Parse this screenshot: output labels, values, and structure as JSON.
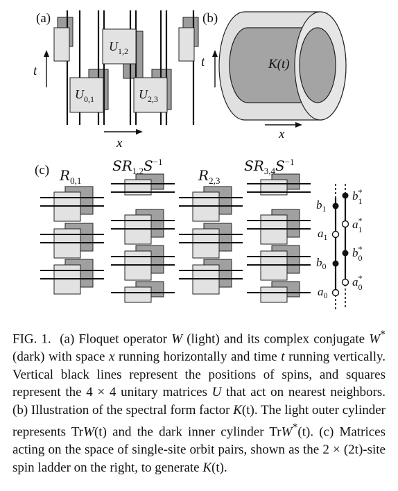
{
  "panel_a": {
    "label": "(a)",
    "axis_t": "t",
    "axis_x": "x",
    "gates": [
      {
        "name": "U",
        "sub": "1,2"
      },
      {
        "name": "U",
        "sub": "0,1"
      },
      {
        "name": "U",
        "sub": "2,3"
      }
    ]
  },
  "panel_b": {
    "label": "(b)",
    "axis_t": "t",
    "axis_x": "x",
    "center_label": "K(t)"
  },
  "panel_c": {
    "label": "(c)",
    "columns": [
      {
        "pre": "",
        "letter": "R",
        "sub": "0,1",
        "post": "",
        "post_sup": ""
      },
      {
        "pre": "S",
        "letter": "R",
        "sub": "1,2",
        "post": "S",
        "post_sup": "−1"
      },
      {
        "pre": "",
        "letter": "R",
        "sub": "2,3",
        "post": "",
        "post_sup": ""
      },
      {
        "pre": "S",
        "letter": "R",
        "sub": "3,4",
        "post": "S",
        "post_sup": "−1"
      }
    ],
    "ladder_left": [
      {
        "letter": "b",
        "sub": "1"
      },
      {
        "letter": "a",
        "sub": "1"
      },
      {
        "letter": "b",
        "sub": "0"
      },
      {
        "letter": "a",
        "sub": "0"
      }
    ],
    "ladder_right": [
      {
        "letter": "b",
        "sub": "1"
      },
      {
        "letter": "a",
        "sub": "1"
      },
      {
        "letter": "b",
        "sub": "0"
      },
      {
        "letter": "a",
        "sub": "0"
      }
    ],
    "conj_mark": "*"
  },
  "caption": {
    "label": "FIG. 1.",
    "text_a1": "(a) Floquet operator ",
    "W": "W",
    "text_a2": " (light) and its complex conjugate ",
    "W_conj": "W",
    "star": "*",
    "text_a3": " (dark) with space ",
    "x": "x",
    "text_a4": " running horizontally and time ",
    "t": "t",
    "text_a5": " running vertically. Vertical black lines represent the positions of spins, and squares represent the ",
    "dims": "4 × 4",
    "text_a6": " unitary matrices ",
    "U": "U",
    "text_a7": " that act on nearest neighbors. (b) Illustration of the spectral form factor ",
    "K1": "K",
    "t1": "(t)",
    "text_b1": ". The light outer cylinder represents Tr",
    "W2": "W",
    "t2": "(t)",
    "text_b2": " and the dark inner cylinder Tr",
    "W3": "W",
    "star3": "*",
    "t3": "(t)",
    "text_c1": ". (c) Matrices acting on the space of single-site orbit pairs, shown as the ",
    "ladder_dims": "2 × (2t)",
    "text_c2": "-site spin ladder on the right, to generate ",
    "K2": "K",
    "t4": "(t)",
    "text_end": "."
  }
}
